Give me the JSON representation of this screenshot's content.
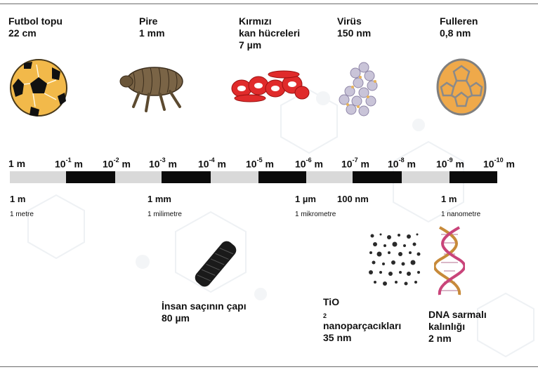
{
  "top_items": [
    {
      "name": "Futbol topu",
      "size": "22 cm",
      "icon": "soccer-ball-icon"
    },
    {
      "name": "Pire",
      "size": "1 mm",
      "icon": "flea-icon"
    },
    {
      "name_line1": "Kırmızı",
      "name_line2": "kan hücreleri",
      "size": "7 µm",
      "icon": "red-blood-cells-icon"
    },
    {
      "name": "Virüs",
      "size": "150 nm",
      "icon": "virus-cluster-icon"
    },
    {
      "name": "Fulleren",
      "size": "0,8 nm",
      "icon": "fullerene-icon"
    }
  ],
  "scale": {
    "ticks": [
      {
        "base": "1 m",
        "exp": ""
      },
      {
        "base": "10",
        "exp": "-1",
        "unit": "m"
      },
      {
        "base": "10",
        "exp": "-2",
        "unit": "m"
      },
      {
        "base": "10",
        "exp": "-3",
        "unit": "m"
      },
      {
        "base": "10",
        "exp": "-4",
        "unit": "m"
      },
      {
        "base": "10",
        "exp": "-5",
        "unit": "m"
      },
      {
        "base": "10",
        "exp": "-6",
        "unit": "m"
      },
      {
        "base": "10",
        "exp": "-7",
        "unit": "m"
      },
      {
        "base": "10",
        "exp": "-8",
        "unit": "m"
      },
      {
        "base": "10",
        "exp": "-9",
        "unit": "m"
      },
      {
        "base": "10",
        "exp": "-10",
        "unit": "m"
      }
    ],
    "units": [
      {
        "big": "1 m",
        "small": "1 metre"
      },
      {
        "big": "1 mm",
        "small": "1 milimetre"
      },
      {
        "big": "1 µm",
        "small": "1 mikrometre"
      },
      {
        "big": "100 nm",
        "small": ""
      },
      {
        "big": "1 m",
        "small": "1 nanometre"
      }
    ],
    "colors": {
      "dark": "#0b0b0b",
      "light": "#d9d9d9"
    }
  },
  "bottom_items": [
    {
      "name": "İnsan saçının çapı",
      "size": "80 µm",
      "icon": "hair-strand-icon"
    },
    {
      "name_pre": "TiO",
      "name_sub": "2",
      "name_line2": "nanoparçacıkları",
      "size": "35 nm",
      "icon": "nanoparticles-icon"
    },
    {
      "name_line1": "DNA sarmalı",
      "name_line2": "kalınlığı",
      "size": "2 nm",
      "icon": "dna-helix-icon"
    }
  ]
}
